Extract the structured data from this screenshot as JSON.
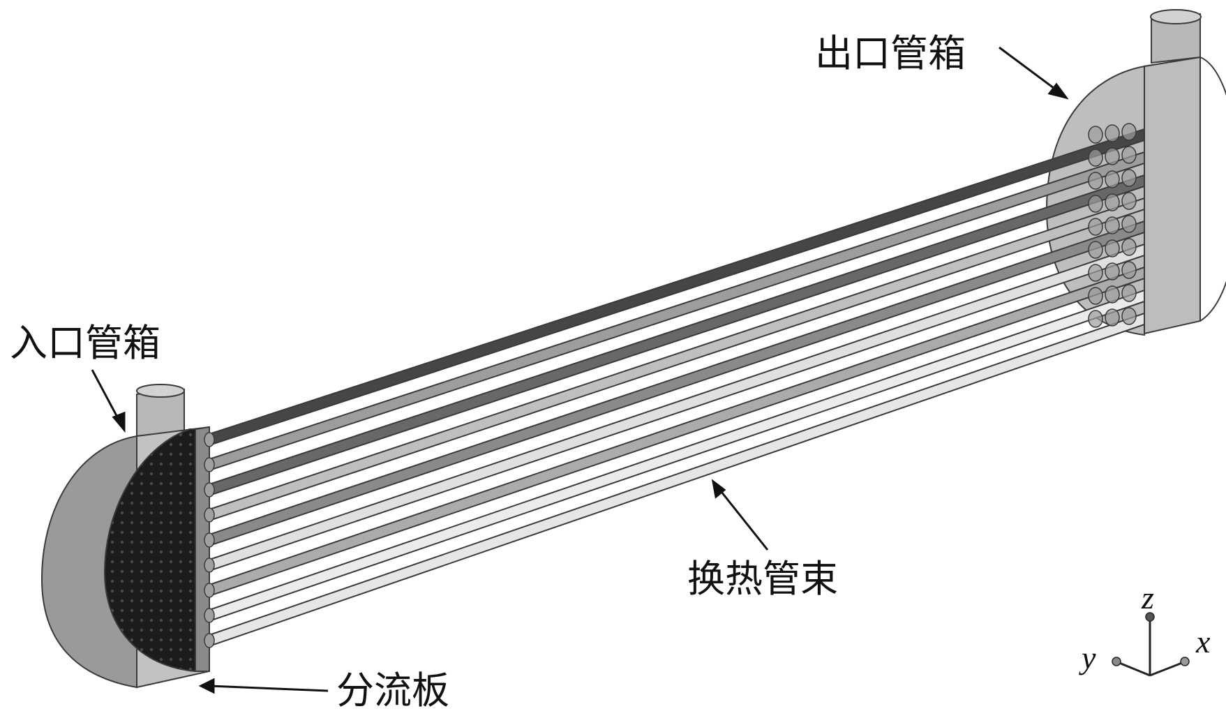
{
  "labels": {
    "outlet_header": "出口管箱",
    "inlet_header": "入口管箱",
    "tube_bundle": "换热管束",
    "splitter_plate": "分流板"
  },
  "axes": {
    "z": "z",
    "y": "y",
    "x": "x"
  },
  "colors": {
    "dark_tube": "#6a6a6a",
    "light_tube": "#e6e6e6",
    "header_shell": "#9a9a9a",
    "header_face": "#bdbdbd",
    "splitter_plate": "#1e1e1e",
    "outline": "#3a3a3a"
  }
}
